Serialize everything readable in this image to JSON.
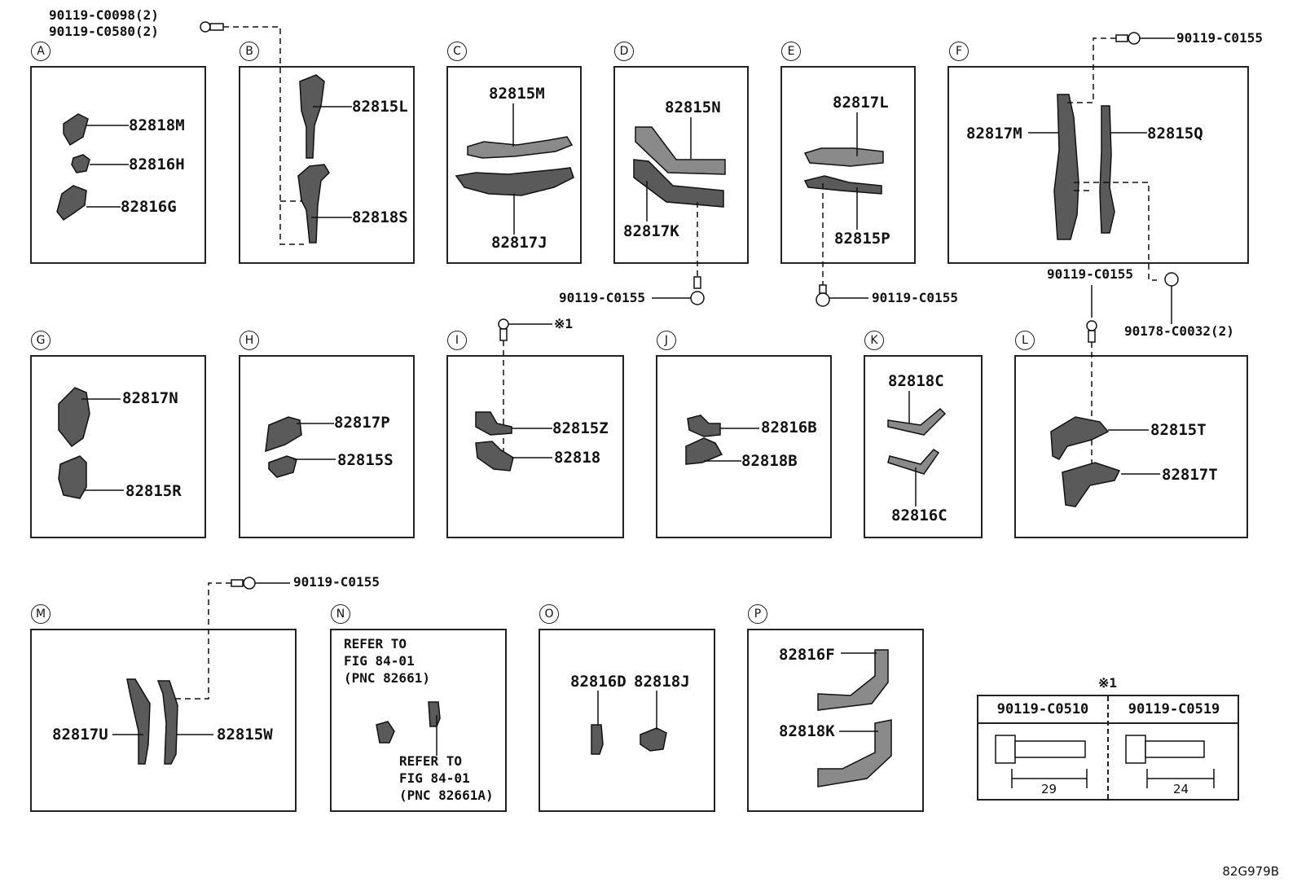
{
  "panels": {
    "A": {
      "letter": "A",
      "labels": [
        "82818M",
        "82816H",
        "82816G"
      ]
    },
    "B": {
      "letter": "B",
      "labels": [
        "82815L",
        "82818S"
      ]
    },
    "C": {
      "letter": "C",
      "labels": [
        "82815M",
        "82817J"
      ]
    },
    "D": {
      "letter": "D",
      "labels": [
        "82815N",
        "82817K"
      ]
    },
    "E": {
      "letter": "E",
      "labels": [
        "82817L",
        "82815P"
      ]
    },
    "F": {
      "letter": "F",
      "labels": [
        "82817M",
        "82815Q"
      ]
    },
    "G": {
      "letter": "G",
      "labels": [
        "82817N",
        "82815R"
      ]
    },
    "H": {
      "letter": "H",
      "labels": [
        "82817P",
        "82815S"
      ]
    },
    "I": {
      "letter": "I",
      "labels": [
        "82815Z",
        "82818"
      ]
    },
    "J": {
      "letter": "J",
      "labels": [
        "82816B",
        "82818B"
      ]
    },
    "K": {
      "letter": "K",
      "labels": [
        "82818C",
        "82816C"
      ]
    },
    "L": {
      "letter": "L",
      "labels": [
        "82815T",
        "82817T"
      ]
    },
    "M": {
      "letter": "M",
      "labels": [
        "82817U",
        "82815W"
      ]
    },
    "N": {
      "letter": "N",
      "notes": [
        "REFER TO",
        "FIG 84-01",
        "(PNC 82661)",
        "REFER TO",
        "FIG 84-01",
        "(PNC 82661A)"
      ]
    },
    "O": {
      "letter": "O",
      "labels": [
        "82816D",
        "82818J"
      ]
    },
    "P": {
      "letter": "P",
      "labels": [
        "82816F",
        "82818K"
      ]
    }
  },
  "fasteners": {
    "top_left_1": "90119-C0098(2)",
    "top_left_2": "90119-C0580(2)",
    "top_right": "90119-C0155",
    "panel_d": "90119-C0155",
    "panel_e": "90119-C0155",
    "panel_l": "90119-C0155",
    "clip_l": "90178-C0032(2)",
    "panel_i_ref": "※1",
    "panel_m": "90119-C0155"
  },
  "bolt_table": {
    "marker": "※1",
    "columns": [
      {
        "part": "90119-C0510",
        "length": "29"
      },
      {
        "part": "90119-C0519",
        "length": "24"
      }
    ]
  },
  "diagram_code": "82G979B"
}
